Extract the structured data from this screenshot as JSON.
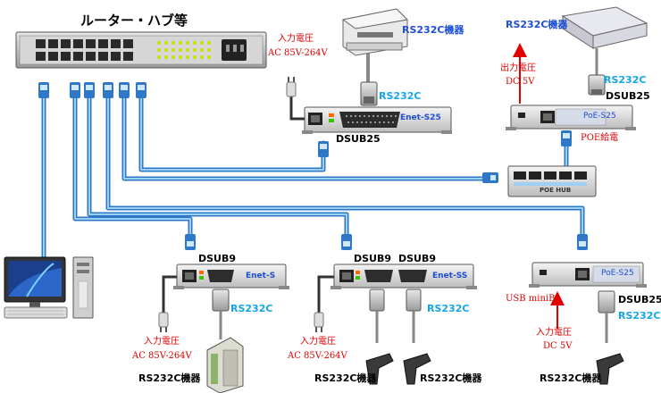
{
  "title": "ルーター・ハブ等",
  "labels": {
    "input_voltage": "入力電圧",
    "ac_range": "AC 85V-264V",
    "output_voltage": "出力電圧",
    "dc5v": "DC 5V",
    "rs232c": "RS232C",
    "rs232c_device": "RS232C機器",
    "dsub25": "DSUB25",
    "dsub9": "DSUB9",
    "poe_feed": "POE給電",
    "poe_hub": "POE HUB",
    "usb_minib": "USB miniB"
  },
  "products": {
    "enet_s25": "Enet-S25",
    "enet_s": "Enet-S",
    "enet_ss": "Enet-SS",
    "poe_s25": "PoE-S25"
  },
  "colors": {
    "cable_blue": "#2f78c8",
    "cable_light": "#9ad0f2",
    "label_blue": "#1f4fd8",
    "label_cyan": "#14a6e6",
    "label_red": "#e00000",
    "arrow_red": "#e00000"
  }
}
